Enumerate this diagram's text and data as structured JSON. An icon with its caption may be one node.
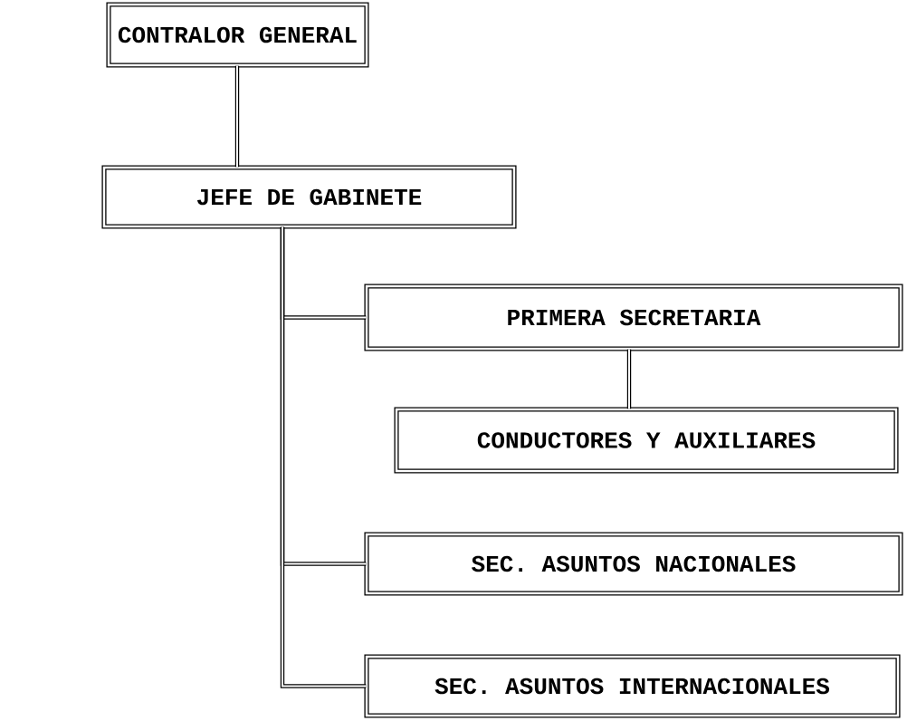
{
  "diagram": {
    "nodes": [
      {
        "text": [
          "CONTRALOR GENERAL"
        ]
      },
      {
        "text": [
          "JEFE DE GABINETE"
        ]
      },
      {
        "text": [
          "PRIMERA SECRETARIA"
        ]
      },
      {
        "text": [
          "CONDUCTORES Y AUXILIARES"
        ]
      },
      {
        "text": [
          "SEC. ASUNTOS NACIONALES"
        ]
      },
      {
        "text": [
          "SEC. ASUNTOS INTERNACIONALES"
        ]
      }
    ],
    "edges": [
      {
        "from": 0,
        "to": 1,
        "arrow": "none"
      },
      {
        "from": 1,
        "to": 2,
        "arrow": "none"
      },
      {
        "from": 2,
        "to": 3,
        "arrow": "none"
      },
      {
        "from": 1,
        "to": 4,
        "arrow": "none"
      },
      {
        "from": 1,
        "to": 5,
        "arrow": "none"
      }
    ]
  }
}
